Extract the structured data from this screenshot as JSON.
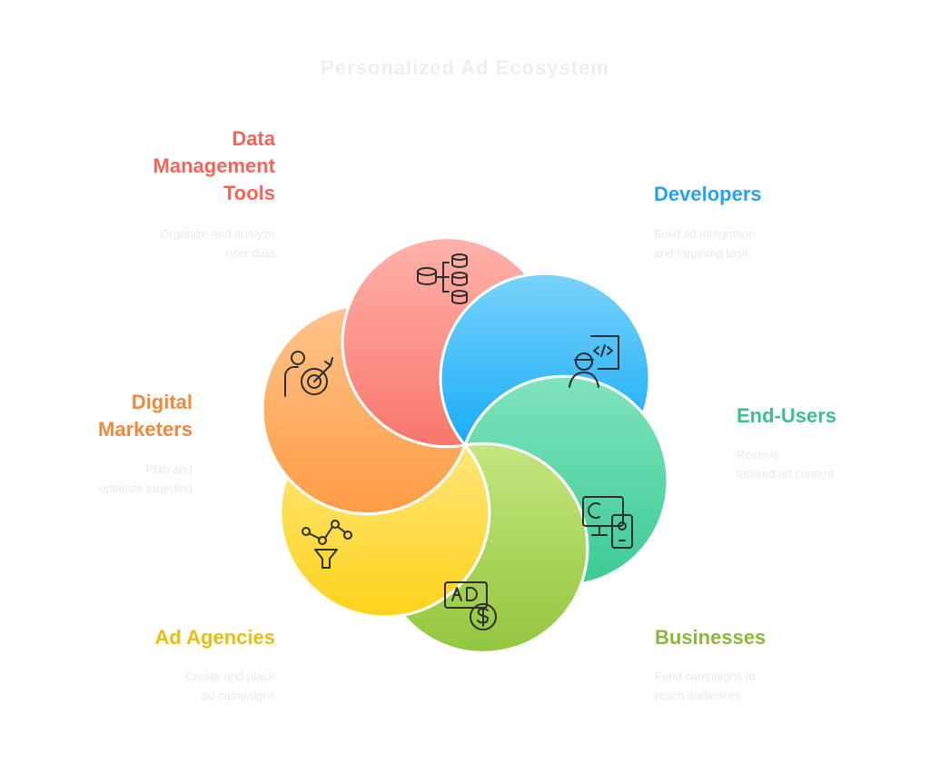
{
  "title": "Personalized Ad Ecosystem",
  "segments": [
    {
      "id": "data-management-tools",
      "label_lines": [
        "Data",
        "Management",
        "Tools"
      ],
      "color": "#f2655a",
      "fill_top": "#ffb2aa",
      "fill_bottom": "#f8766b",
      "icon": "database-hierarchy-icon",
      "desc_lines": [
        "Organize and analyze",
        "user data"
      ]
    },
    {
      "id": "developers",
      "label_lines": [
        "Developers"
      ],
      "color": "#2aa1f0",
      "fill_top": "#79d3fb",
      "fill_bottom": "#19acf7",
      "icon": "developer-code-icon",
      "desc_lines": [
        "Build ad integration",
        "and targeting logic"
      ]
    },
    {
      "id": "end-users",
      "label_lines": [
        "End-Users"
      ],
      "color": "#3cbf8a",
      "fill_top": "#7fe3be",
      "fill_bottom": "#3ccb93",
      "icon": "devices-icon",
      "desc_lines": [
        "Receive",
        "tailored ad content"
      ]
    },
    {
      "id": "businesses",
      "label_lines": [
        "Businesses"
      ],
      "color": "#8fb63a",
      "fill_top": "#c4e67f",
      "fill_bottom": "#93c63e",
      "icon": "ad-dollar-icon",
      "desc_lines": [
        "Fund campaigns to",
        "reach audiences"
      ]
    },
    {
      "id": "ad-agencies",
      "label_lines": [
        "Ad Agencies"
      ],
      "color": "#e7be12",
      "fill_top": "#ffe67a",
      "fill_bottom": "#ffd21a",
      "icon": "funnel-analytics-icon",
      "desc_lines": [
        "Create and place",
        "ad campaigns"
      ]
    },
    {
      "id": "digital-marketers",
      "label_lines": [
        "Digital",
        "Marketers"
      ],
      "color": "#ef8a3c",
      "fill_top": "#ffc38a",
      "fill_bottom": "#ff9c45",
      "icon": "target-person-icon",
      "desc_lines": [
        "Plan and",
        "optimize targeting"
      ]
    }
  ]
}
